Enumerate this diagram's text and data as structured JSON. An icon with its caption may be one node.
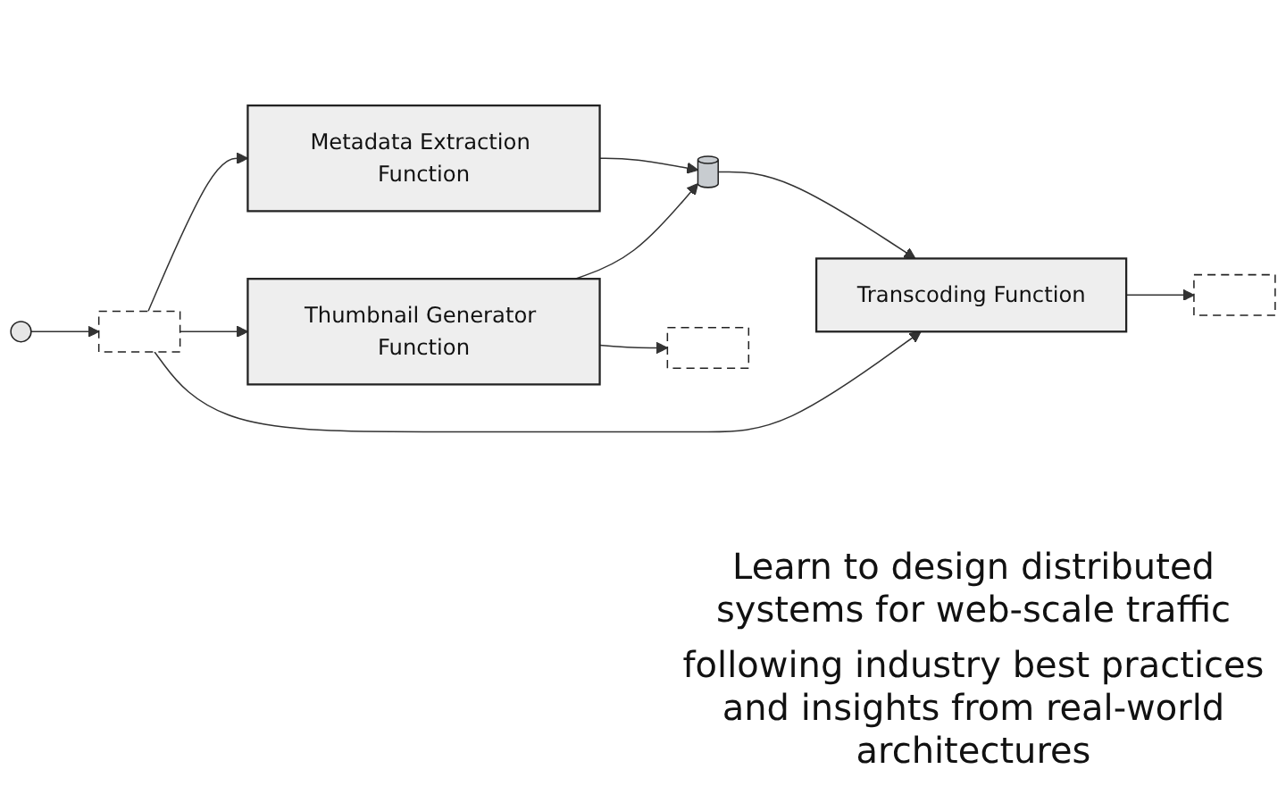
{
  "diagram": {
    "nodes": [
      {
        "text": [],
        "shape": "person"
      },
      {
        "text": [],
        "shape": "bucket"
      },
      {
        "text": [
          "Metadata Extraction Function"
        ]
      },
      {
        "text": [],
        "shape": "cylinder"
      },
      {
        "text": [
          "Thumbnail Generator Function"
        ]
      },
      {
        "text": [],
        "shape": "bucket"
      },
      {
        "text": [
          "Transcoding Function"
        ]
      },
      {
        "text": [],
        "shape": "bucket"
      }
    ],
    "edges": [
      {
        "from": 0,
        "to": 1,
        "arrow": "to"
      },
      {
        "from": 1,
        "to": 2,
        "arrow": "to"
      },
      {
        "from": 1,
        "to": 4,
        "arrow": "to"
      },
      {
        "from": 1,
        "to": 6,
        "arrow": "to"
      },
      {
        "from": 2,
        "to": 3,
        "arrow": "to"
      },
      {
        "from": 4,
        "to": 3,
        "arrow": "to"
      },
      {
        "from": 4,
        "to": 5,
        "arrow": "to"
      },
      {
        "from": 3,
        "to": 6,
        "arrow": "to"
      },
      {
        "from": 6,
        "to": 7,
        "arrow": "to"
      }
    ],
    "labels": [
      "Learn to design distributed systems for web-scale traffic",
      "following industry best practices and insights from real-world architectures"
    ]
  }
}
